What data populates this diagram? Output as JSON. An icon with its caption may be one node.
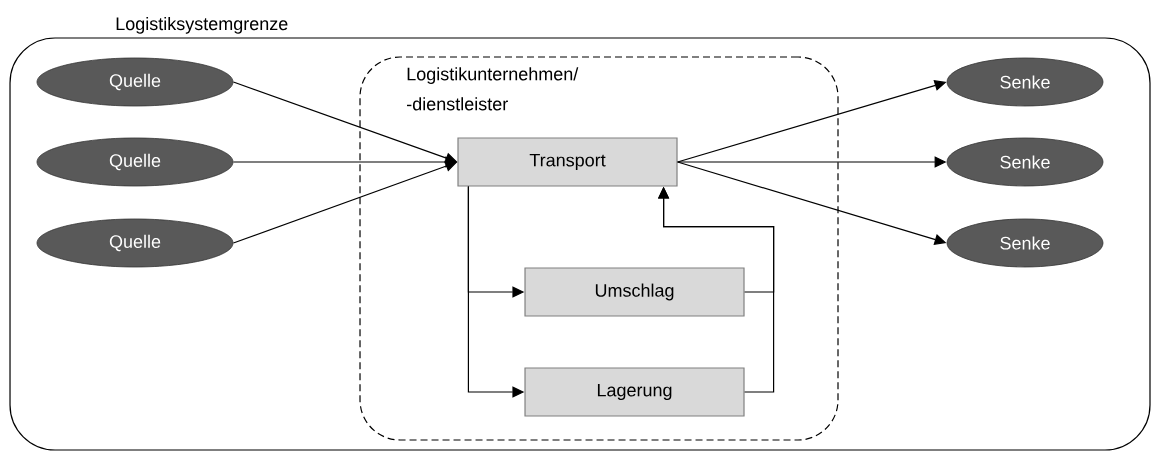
{
  "diagram": {
    "nodes": [
      {
        "text": [
          "Logistiksystemgrenze"
        ]
      },
      {
        "text": [
          "Quelle"
        ],
        "in": 0
      },
      {
        "text": [
          "Quelle"
        ],
        "in": 0
      },
      {
        "text": [
          "Quelle"
        ],
        "in": 0
      },
      {
        "text": [
          "Logistikunternehmen/ -dienstleister"
        ],
        "in": 0
      },
      {
        "text": [
          "Transport"
        ],
        "in": 4
      },
      {
        "text": [
          "Umschlag"
        ],
        "in": 4
      },
      {
        "text": [
          "Lagerung"
        ],
        "in": 4
      },
      {
        "text": [
          "Senke"
        ],
        "in": 0
      },
      {
        "text": [
          "Senke"
        ],
        "in": 0
      },
      {
        "text": [
          "Senke"
        ],
        "in": 0
      }
    ],
    "edges": [
      {
        "from": 1,
        "to": 5,
        "arrow": "to"
      },
      {
        "from": 2,
        "to": 5,
        "arrow": "to"
      },
      {
        "from": 3,
        "to": 5,
        "arrow": "to"
      },
      {
        "from": 5,
        "to": 8,
        "arrow": "to"
      },
      {
        "from": 5,
        "to": 9,
        "arrow": "to"
      },
      {
        "from": 5,
        "to": 10,
        "arrow": "to"
      },
      {
        "from": 5,
        "to": 6,
        "arrow": "to"
      },
      {
        "from": 5,
        "to": 7,
        "arrow": "to"
      },
      {
        "from": 6,
        "to": 5,
        "arrow": "to"
      },
      {
        "from": 7,
        "to": 5,
        "arrow": "to"
      }
    ]
  }
}
